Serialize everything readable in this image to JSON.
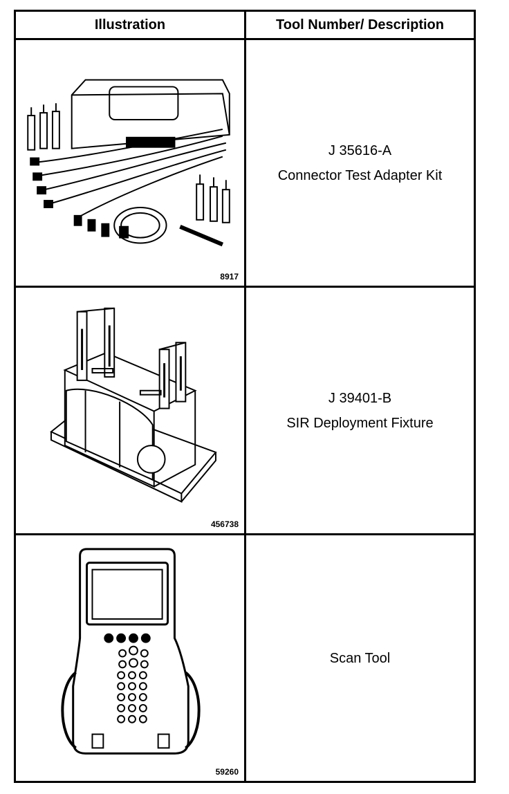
{
  "table": {
    "headers": {
      "illustration": "Illustration",
      "description": "Tool Number/ Description"
    },
    "rows": [
      {
        "figure_number": "8917",
        "tool_number": "J 35616-A",
        "description": "Connector Test Adapter Kit",
        "illustration_icon": "connector-test-adapter-kit-icon"
      },
      {
        "figure_number": "456738",
        "tool_number": "J 39401-B",
        "description": "SIR Deployment Fixture",
        "illustration_icon": "sir-deployment-fixture-icon"
      },
      {
        "figure_number": "59260",
        "tool_number": "",
        "description": "Scan Tool",
        "illustration_icon": "scan-tool-icon"
      }
    ]
  }
}
